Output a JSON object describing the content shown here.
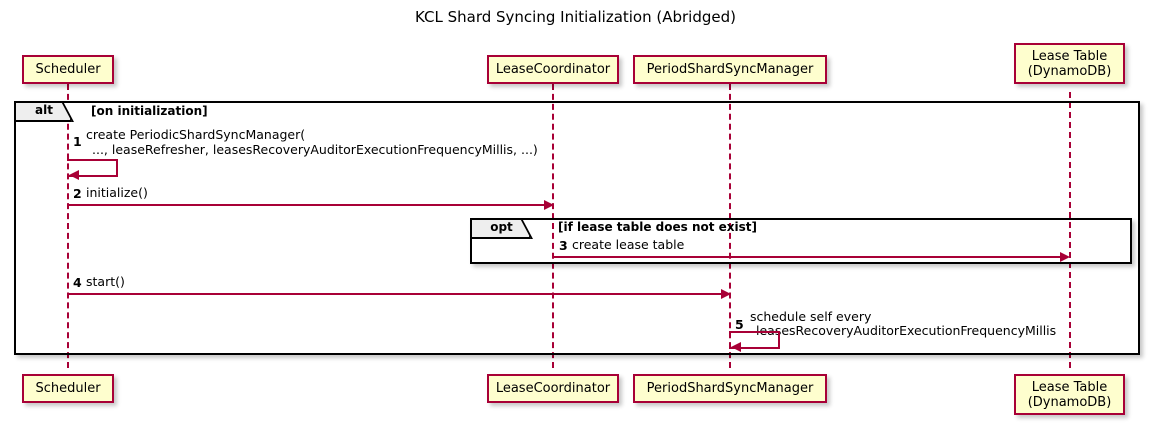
{
  "diagram": {
    "title": "KCL Shard Syncing Initialization (Abridged)",
    "type": "uml-sequence-diagram"
  },
  "participants": [
    {
      "id": "scheduler",
      "lines": [
        "Scheduler"
      ]
    },
    {
      "id": "lease-coordinator",
      "lines": [
        "LeaseCoordinator"
      ]
    },
    {
      "id": "period-shard-sync-manager",
      "lines": [
        "PeriodShardSyncManager"
      ]
    },
    {
      "id": "lease-table",
      "lines": [
        "Lease Table",
        "(DynamoDB)"
      ]
    }
  ],
  "fragments": [
    {
      "id": "alt",
      "keyword": "alt",
      "guard": "[on initialization]"
    },
    {
      "id": "opt",
      "keyword": "opt",
      "guard": "[if lease table does not exist]"
    }
  ],
  "messages": [
    {
      "number": "1",
      "from": "scheduler",
      "to": "scheduler",
      "self": true,
      "label_line1": "create PeriodicShardSyncManager(",
      "label_line2": "..., leaseRefresher, leasesRecoveryAuditorExecutionFrequencyMillis, ...)"
    },
    {
      "number": "2",
      "from": "scheduler",
      "to": "lease-coordinator",
      "self": false,
      "label_line1": "initialize()",
      "label_line2": ""
    },
    {
      "number": "3",
      "from": "lease-coordinator",
      "to": "lease-table",
      "self": false,
      "label_line1": "create lease table",
      "label_line2": ""
    },
    {
      "number": "4",
      "from": "scheduler",
      "to": "period-shard-sync-manager",
      "self": false,
      "label_line1": "start()",
      "label_line2": ""
    },
    {
      "number": "5",
      "from": "period-shard-sync-manager",
      "to": "period-shard-sync-manager",
      "self": true,
      "label_line1": "schedule self every",
      "label_line2": "leasesRecoveryAuditorExecutionFrequencyMillis"
    }
  ],
  "colors": {
    "participant_fill": "#FEFECE",
    "participant_border": "#A80036",
    "lifeline": "#A80036",
    "arrow": "#A80036",
    "fragment_border": "#000000",
    "fragment_tab_fill": "#EEEEEE",
    "background": "#FFFFFF",
    "text": "#000000"
  }
}
